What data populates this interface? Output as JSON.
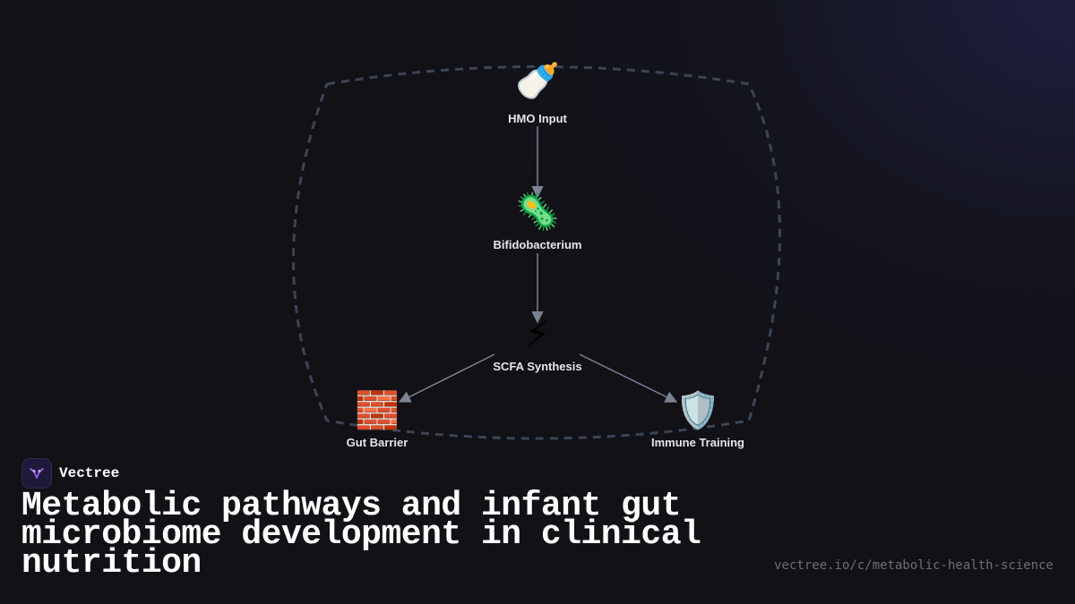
{
  "diagram": {
    "nodes": [
      {
        "id": "hmo",
        "icon": "🍼",
        "icon_name": "baby-bottle-icon",
        "label": "HMO Input"
      },
      {
        "id": "bifido",
        "icon": "🦠",
        "icon_name": "microbe-icon",
        "label": "Bifidobacterium"
      },
      {
        "id": "scfa",
        "icon": "⚡",
        "icon_name": "lightning-icon",
        "label": "SCFA Synthesis"
      },
      {
        "id": "gut",
        "icon": "🧱",
        "icon_name": "brick-wall-icon",
        "label": "Gut Barrier"
      },
      {
        "id": "immune",
        "icon": "🛡️",
        "icon_name": "shield-icon",
        "label": "Immune Training"
      }
    ],
    "edges": [
      {
        "from": "hmo",
        "to": "bifido"
      },
      {
        "from": "bifido",
        "to": "scfa"
      },
      {
        "from": "scfa",
        "to": "gut"
      },
      {
        "from": "scfa",
        "to": "immune"
      }
    ],
    "colors": {
      "edge": "#7a8394",
      "boundary": "#3a4556",
      "label": "#e6e6ea"
    }
  },
  "brand": {
    "name": "Vectree",
    "logo_icon": "vectree-logo-icon",
    "logo_color": "#9b5de5"
  },
  "title": "Metabolic pathways and infant gut microbiome development in clinical nutrition",
  "url": "vectree.io/c/metabolic-health-science"
}
